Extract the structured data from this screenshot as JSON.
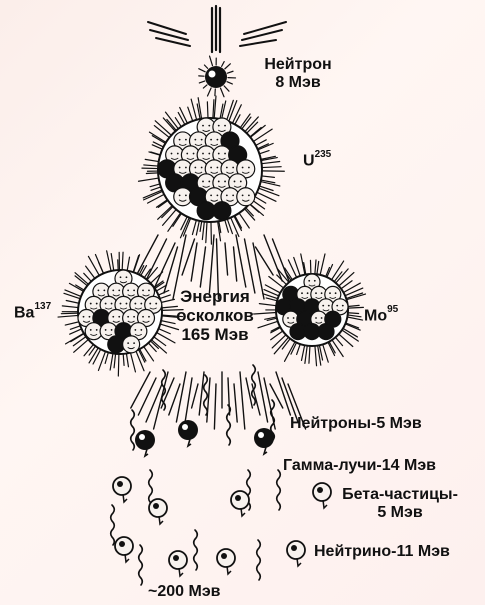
{
  "labels": {
    "neutron_name": "Нейтрон",
    "neutron_energy": "8 Мэв",
    "uranium_symbol": "U",
    "uranium_mass": "235",
    "barium_symbol": "Ba",
    "barium_mass": "137",
    "molybdenum_symbol": "Mo",
    "molybdenum_mass": "95",
    "fragments_energy_line1": "Энергия",
    "fragments_energy_line2": "осколков",
    "fragments_energy_line3": "165 Мэв",
    "neutrons": "Нейтроны-5 Мэв",
    "gamma": "Гамма-лучи-14 Мэв",
    "beta_line1": "Бета-частицы-",
    "beta_line2": "5 Мэв",
    "neutrino": "Нейтрино-11 Мэв",
    "total": "~200 Мэв"
  },
  "colors": {
    "ink": "#111111",
    "background": "#fbeeea",
    "particle_fill": "#f7f2ee"
  }
}
